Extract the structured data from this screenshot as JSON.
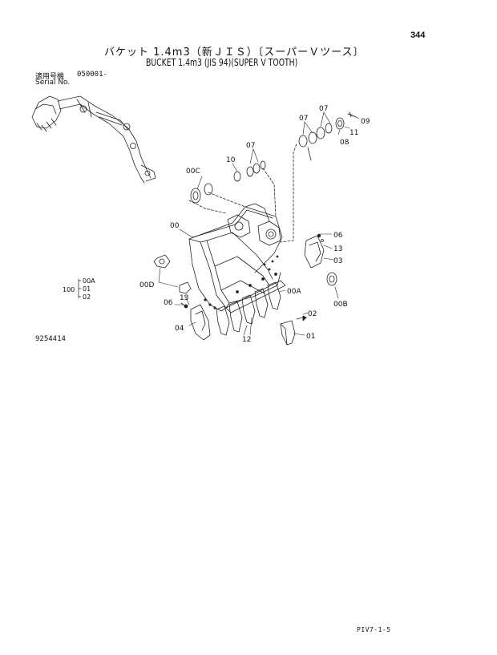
{
  "page_number": "344",
  "title_jp": "バケット 1.4m3（新ＪＩＳ）〔スーパーＶツース〕",
  "title_en": "BUCKET 1.4m3 (JIS 94)(SUPER V TOOTH)",
  "serial": {
    "label_jp": "適用号機",
    "label_en": "Serial No.",
    "value": "050001-"
  },
  "figure_number": "9254414",
  "footer_code": "PIV7-1-5",
  "assembly_group": {
    "parent": "100",
    "children": [
      "00A",
      "01",
      "02"
    ]
  },
  "callouts": {
    "c07a": "07",
    "c07b": "07",
    "c07c": "07",
    "c09": "09",
    "c11": "11",
    "c08": "08",
    "c10": "10",
    "c00C": "00C",
    "c00": "00",
    "c06a": "06",
    "c13a": "13",
    "c03": "03",
    "c00B": "00B",
    "c00D": "00D",
    "c13b": "13",
    "c06b": "06",
    "c04": "04",
    "c00A": "00A",
    "c02": "02",
    "c01": "01",
    "c12": "12"
  }
}
